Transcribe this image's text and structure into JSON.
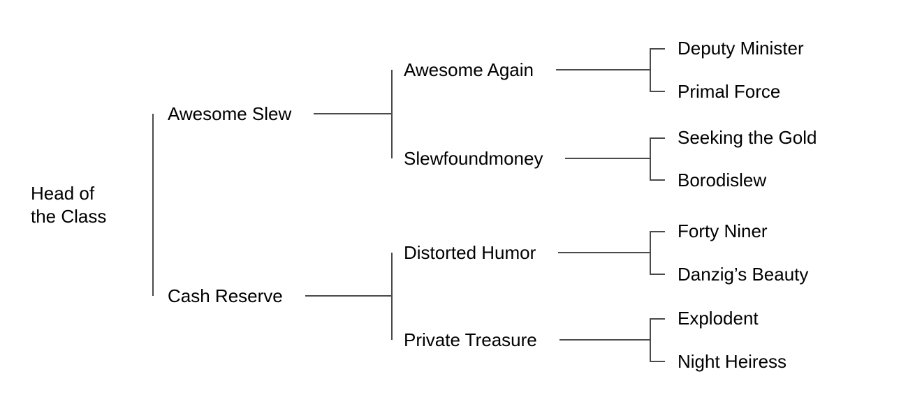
{
  "diagram": {
    "colors": {
      "background": "#ffffff",
      "line": "#4a4a4a",
      "text": "#000000"
    },
    "root": {
      "label": "Head of the Class",
      "children": [
        {
          "label": "Awesome Slew",
          "children": [
            {
              "label": "Awesome Again",
              "children": [
                {
                  "label": "Deputy Minister"
                },
                {
                  "label": "Primal Force"
                }
              ]
            },
            {
              "label": "Slewfoundmoney",
              "children": [
                {
                  "label": "Seeking the Gold"
                },
                {
                  "label": "Borodislew"
                }
              ]
            }
          ]
        },
        {
          "label": "Cash Reserve",
          "children": [
            {
              "label": "Distorted Humor",
              "children": [
                {
                  "label": "Forty Niner"
                },
                {
                  "label": "Danzig’s Beauty"
                }
              ]
            },
            {
              "label": "Private Treasure",
              "children": [
                {
                  "label": "Explodent"
                },
                {
                  "label": "Night Heiress"
                }
              ]
            }
          ]
        }
      ]
    }
  }
}
